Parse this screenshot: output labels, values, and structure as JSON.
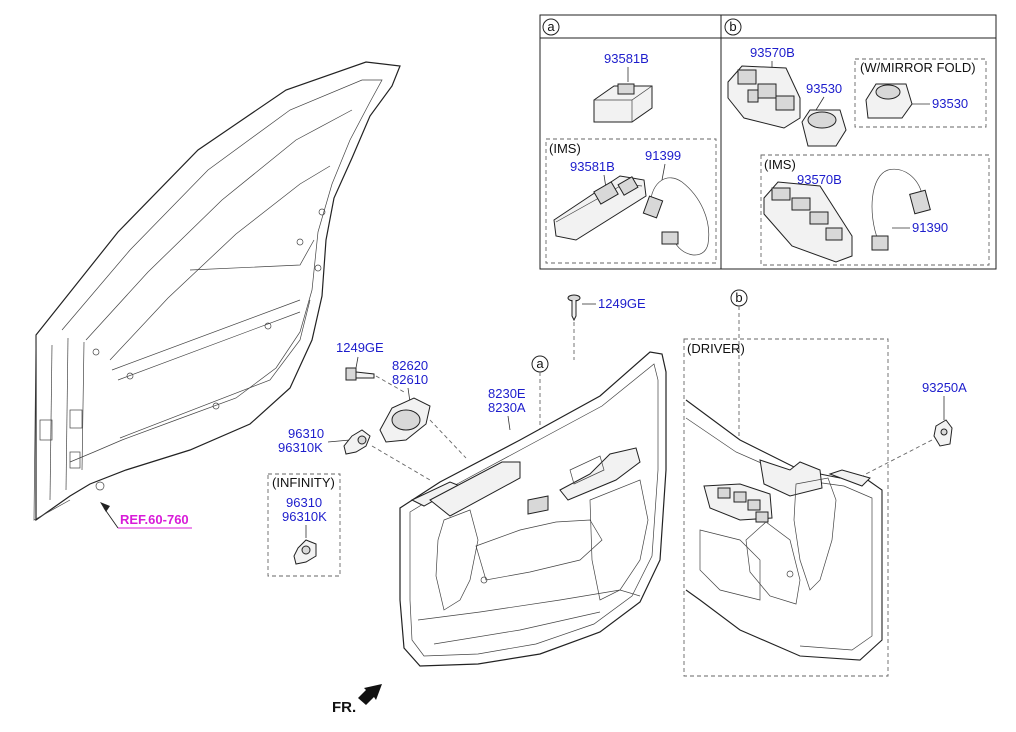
{
  "ref_label": "REF.60-760",
  "fr_label": "FR.",
  "callouts": {
    "a": "a",
    "b": "b"
  },
  "inset_a": {
    "part_top": "93581B",
    "ims_label": "(IMS)",
    "ims_switch": "93581B",
    "ims_harness": "91399"
  },
  "inset_b": {
    "part_main": "93570B",
    "part_knob": "93530",
    "mirror_label": "(W/MIRROR FOLD)",
    "mirror_part": "93530",
    "ims_label": "(IMS)",
    "ims_switch": "93570B",
    "ims_harness": "91390"
  },
  "parts": {
    "screw_top": "1249GE",
    "screw_left": "1249GE",
    "handle_1": "82620",
    "handle_2": "82610",
    "trim_1": "8230E",
    "trim_2": "8230A",
    "speaker_1": "96310",
    "speaker_2": "96310K",
    "infinity_label": "(INFINITY)",
    "infinity_1": "96310",
    "infinity_2": "96310K",
    "clip": "93250A",
    "driver_label": "(DRIVER)"
  },
  "colors": {
    "part_number": "#1d1dcc",
    "reference": "#d81bd8"
  }
}
